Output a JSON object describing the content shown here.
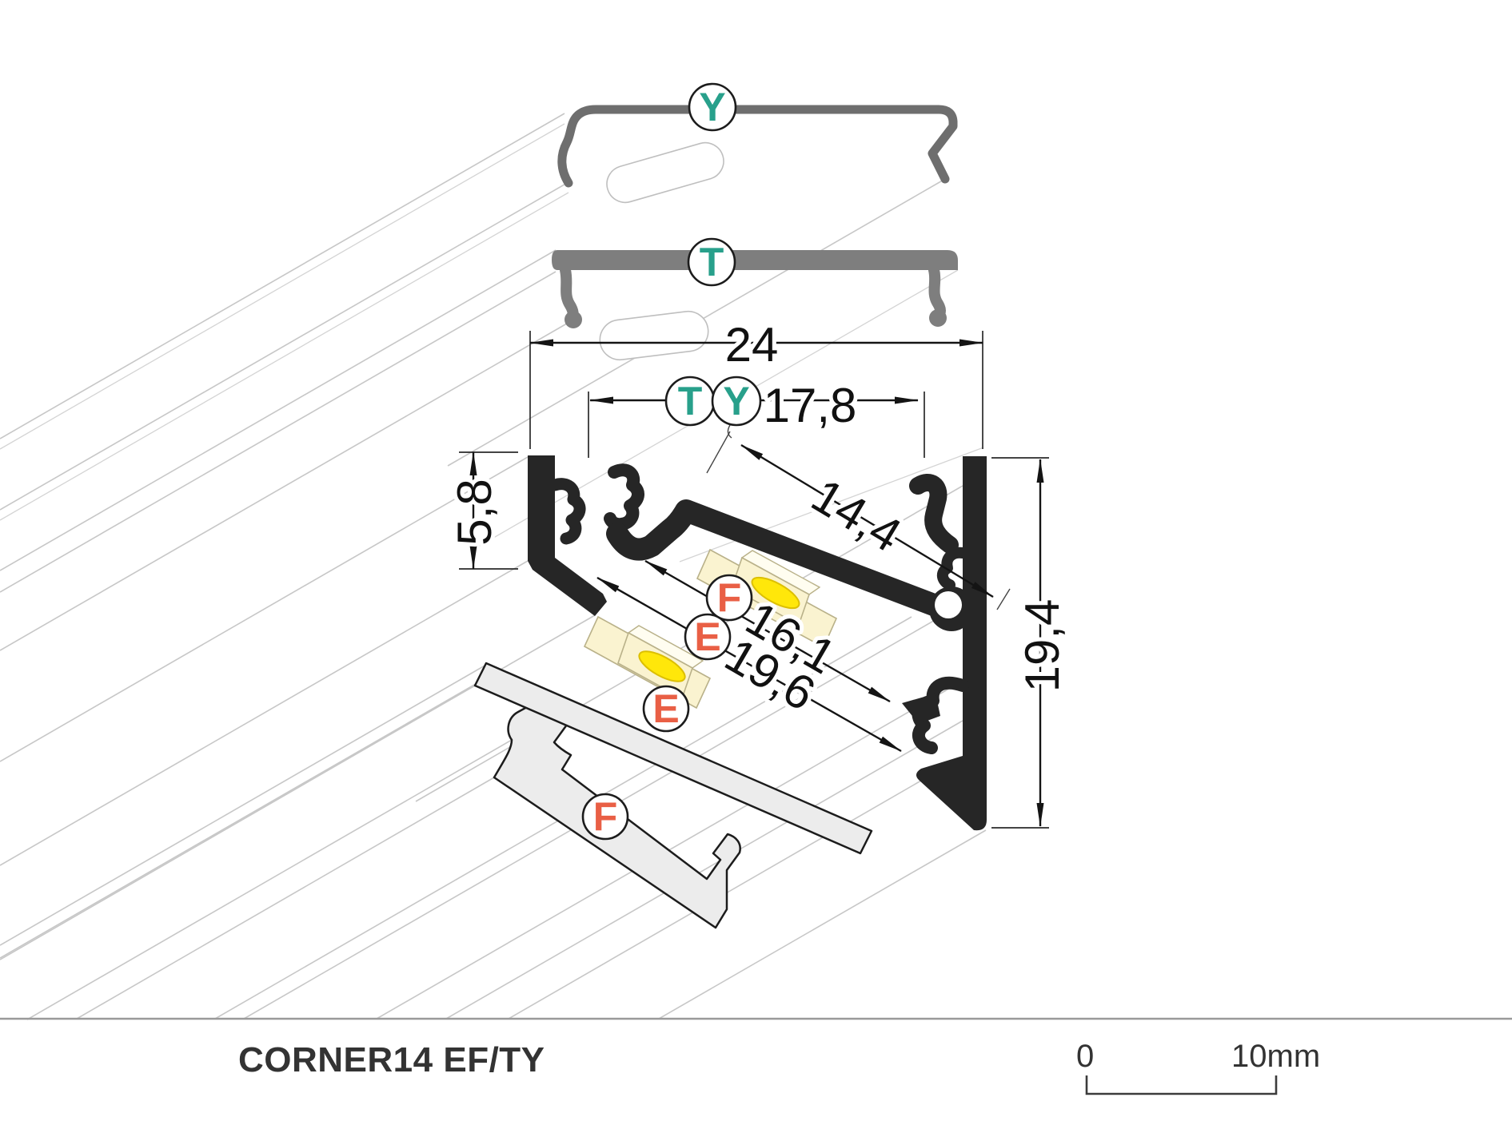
{
  "title": "CORNER14 EF/TY",
  "scale_bar": {
    "zero_label": "0",
    "ten_label": "10mm"
  },
  "badges": {
    "cover_top": "Y",
    "cover_mid": "T",
    "pair_left": "T",
    "pair_right": "Y",
    "dim_upper": "F",
    "dim_lower": "E",
    "diffuser": "E",
    "bottom_cover": "F"
  },
  "dimensions": {
    "outer_width": "24",
    "inner_width": "17,8",
    "diagonal": "14,4",
    "side_height": "5,8",
    "total_height": "19,4",
    "inner_diag_1": "16,1",
    "inner_diag_2": "19,6"
  },
  "colors": {
    "teal": "#28a08b",
    "orange": "#e95f45",
    "profile_black": "#262626",
    "cover_gray": "#7e7e7e",
    "title_color": "#333333"
  }
}
